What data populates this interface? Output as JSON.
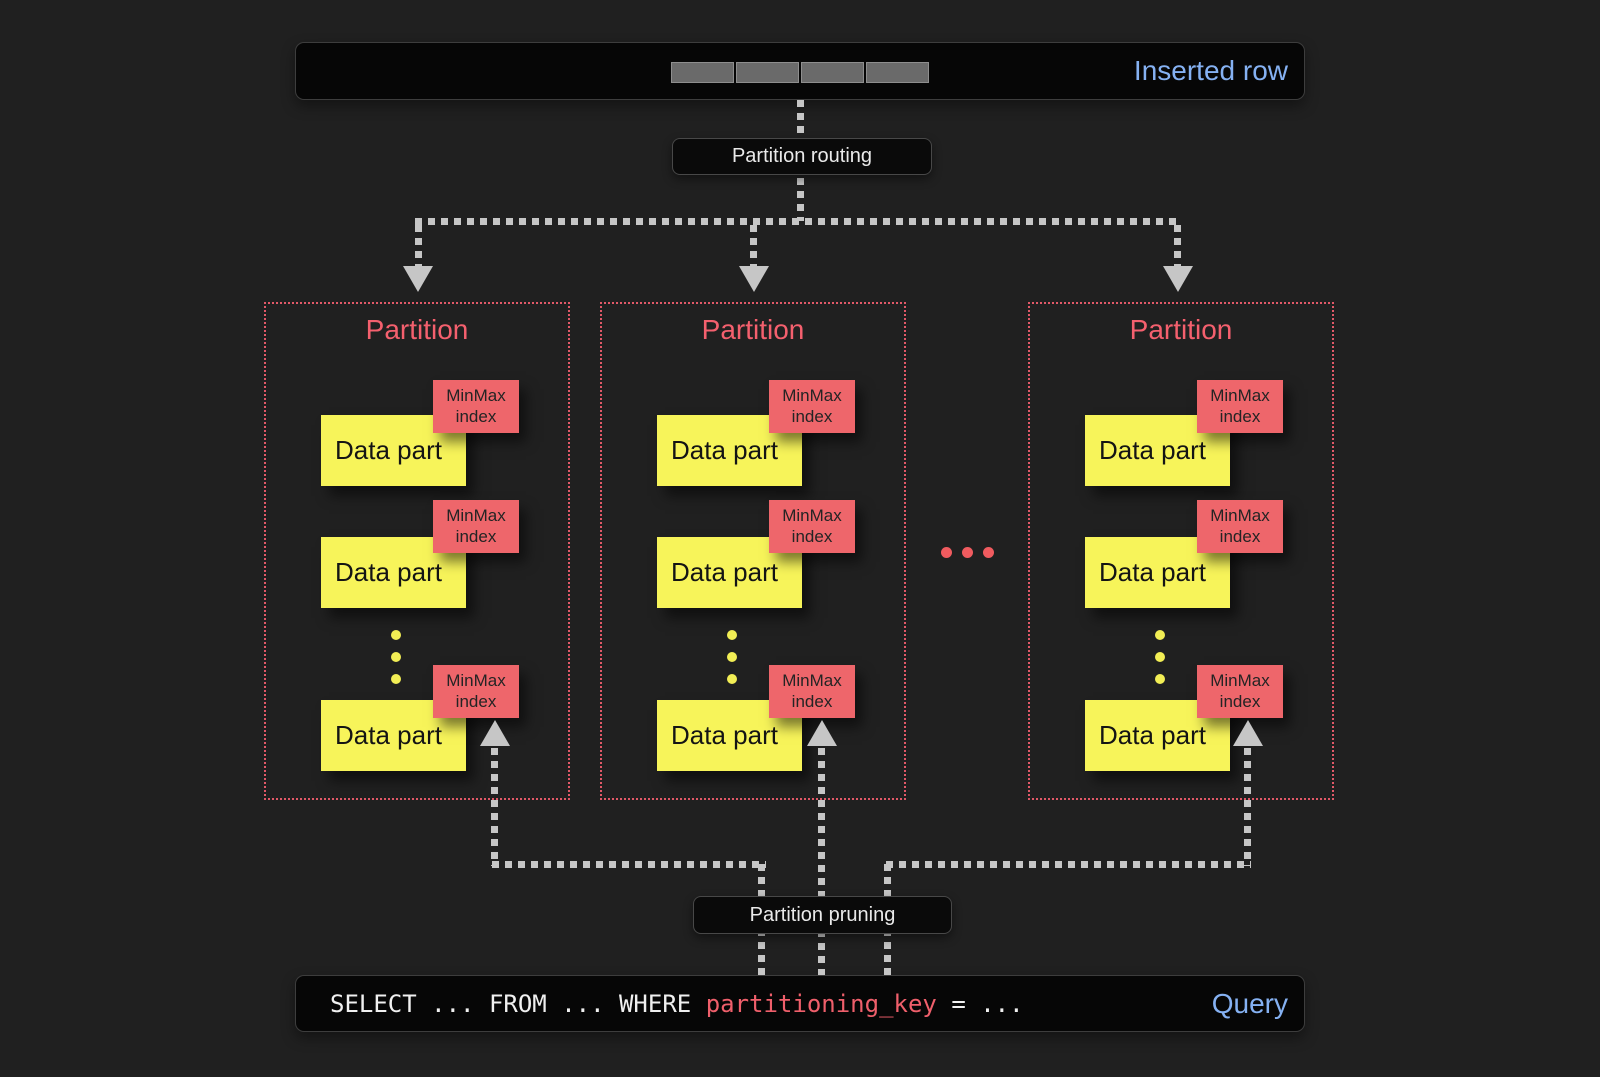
{
  "inserted_row_bar": {
    "label": "Inserted row",
    "cell_count": 4
  },
  "routing_pill": {
    "label": "Partition routing"
  },
  "pruning_pill": {
    "label": "Partition pruning"
  },
  "partitions": [
    {
      "title": "Partition",
      "data_parts": [
        {
          "label": "Data part",
          "index_label": "MinMax index"
        },
        {
          "label": "Data part",
          "index_label": "MinMax index"
        },
        {
          "label": "Data part",
          "index_label": "MinMax index"
        }
      ]
    },
    {
      "title": "Partition",
      "data_parts": [
        {
          "label": "Data part",
          "index_label": "MinMax index"
        },
        {
          "label": "Data part",
          "index_label": "MinMax index"
        },
        {
          "label": "Data part",
          "index_label": "MinMax index"
        }
      ]
    },
    {
      "title": "Partition",
      "data_parts": [
        {
          "label": "Data part",
          "index_label": "MinMax index"
        },
        {
          "label": "Data part",
          "index_label": "MinMax index"
        },
        {
          "label": "Data part",
          "index_label": "MinMax index"
        }
      ]
    }
  ],
  "query_bar": {
    "label": "Query",
    "code_segments": [
      {
        "text": "SELECT ... FROM ... WHERE ",
        "style": "plain"
      },
      {
        "text": "partitioning_key",
        "style": "keyword"
      },
      {
        "text": " = ...",
        "style": "plain"
      }
    ]
  },
  "colors": {
    "background": "#202020",
    "bar_background": "#060606",
    "accent_blue": "#85b1f2",
    "partition_red": "#f4606e",
    "partition_border_red": "#e15968",
    "data_part_yellow": "#f7f45a",
    "minmax_red": "#ee666b",
    "connector_gray": "#c6c6c6",
    "code_keyword_red": "#ef5f6b",
    "row_cell_gray": "#6a6a6a"
  }
}
